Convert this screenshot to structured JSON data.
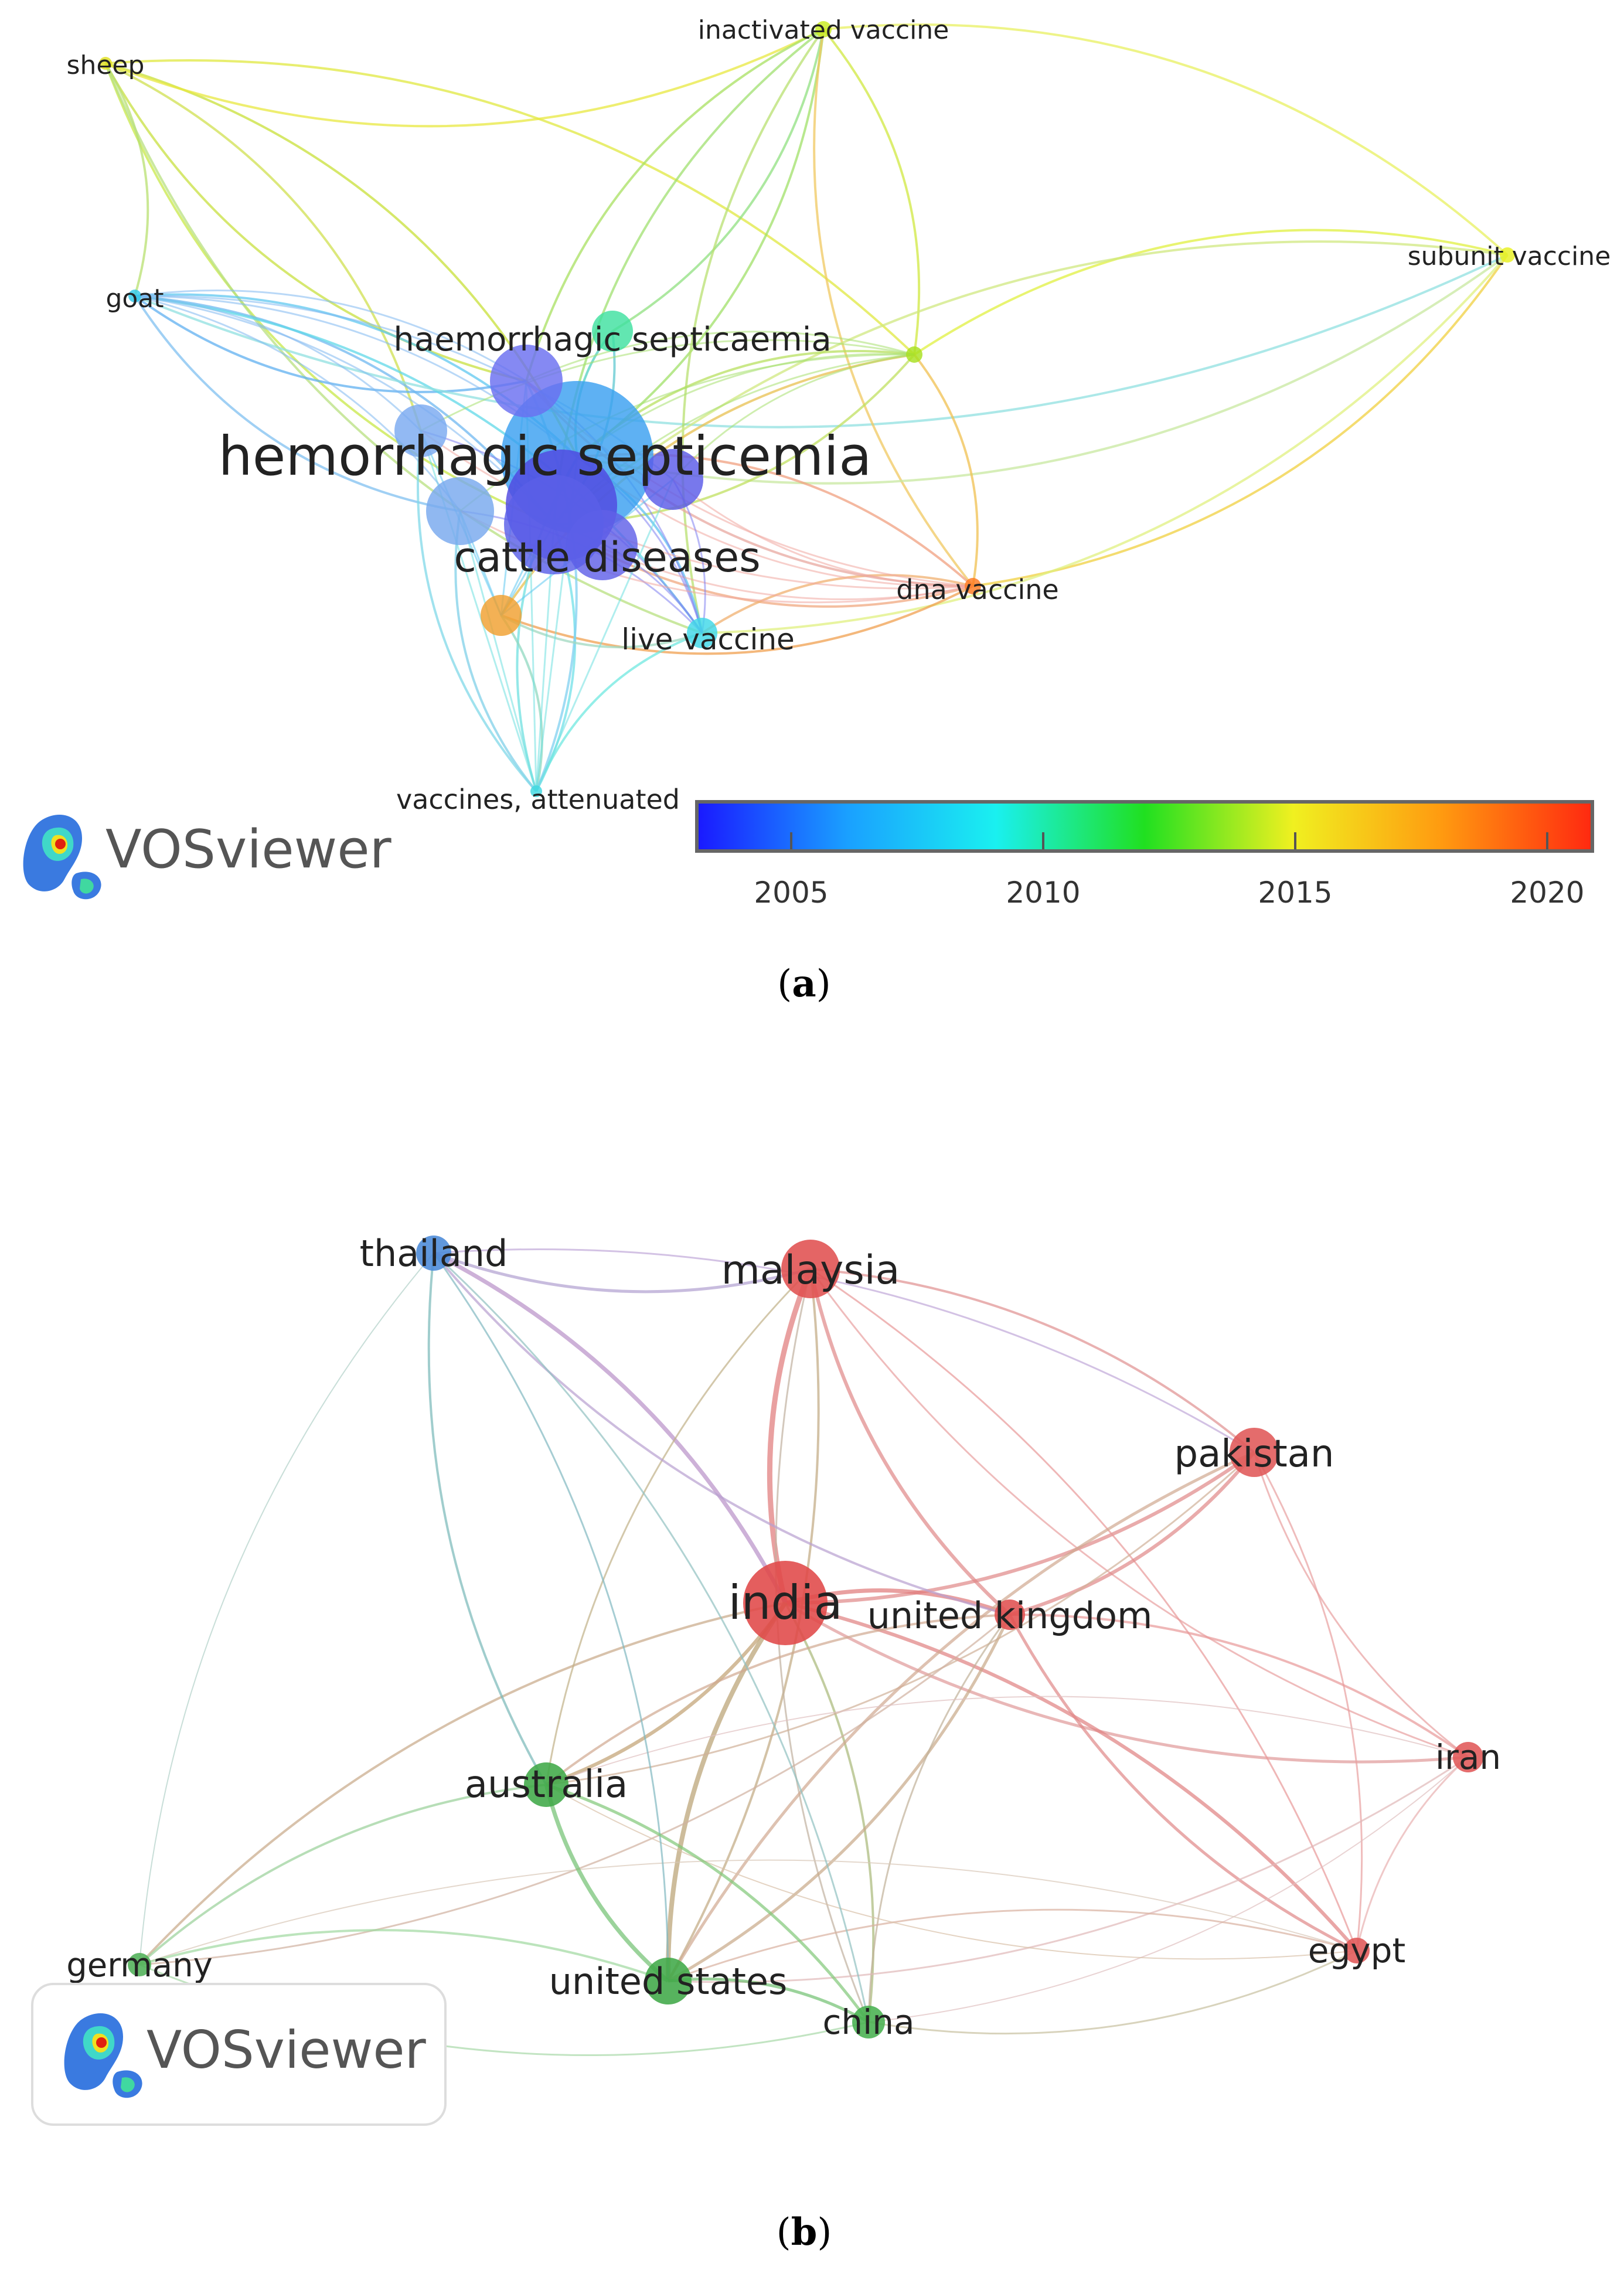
{
  "panel_a": {
    "caption": "(a)",
    "caption_letter": "a",
    "nodes": [
      {
        "id": "hemorrhagic septicemia",
        "label": "hemorrhagic septicemia",
        "color": "#3aa0f0"
      },
      {
        "id": "haemorrhagic septicaemia",
        "label": "haemorrhagic septicaemia",
        "color": "#6a6ff0"
      },
      {
        "id": "cattle diseases",
        "label": "cattle diseases",
        "color": "#5a5fe8"
      },
      {
        "id": "live vaccine",
        "label": "live vaccine",
        "color": "#40d8e8"
      },
      {
        "id": "dna vaccine",
        "label": "dna vaccine",
        "color": "#ff7a20"
      },
      {
        "id": "inactivated vaccine",
        "label": "inactivated vaccine",
        "color": "#c8ec20"
      },
      {
        "id": "subunit vaccine",
        "label": "subunit vaccine",
        "color": "#e8f020"
      },
      {
        "id": "sheep",
        "label": "sheep",
        "color": "#e0e020"
      },
      {
        "id": "goat",
        "label": "goat",
        "color": "#30c8e8"
      },
      {
        "id": "vaccines, attenuated",
        "label": "vaccines, attenuated",
        "color": "#40d8e0"
      },
      {
        "id": "n_green",
        "label": "",
        "color": "#40e0a0"
      },
      {
        "id": "n_orange",
        "label": "",
        "color": "#f0a030"
      },
      {
        "id": "n_lime",
        "label": "",
        "color": "#a8e020"
      },
      {
        "id": "n_blue1",
        "label": "",
        "color": "#7aaaf0"
      },
      {
        "id": "n_blue2",
        "label": "",
        "color": "#78a8ee"
      },
      {
        "id": "n_violet1",
        "label": "",
        "color": "#5048e0"
      },
      {
        "id": "n_violet2",
        "label": "",
        "color": "#5a5ae8"
      },
      {
        "id": "n_violet3",
        "label": "",
        "color": "#6060e8"
      }
    ],
    "colorbar": {
      "ticks": [
        "2005",
        "2010",
        "2015",
        "2020"
      ],
      "gradient": [
        "#1a1aff",
        "#1aa0ff",
        "#1af0f0",
        "#20e020",
        "#f0f020",
        "#ff9a10",
        "#ff2a10"
      ]
    },
    "watermark": "VOSviewer"
  },
  "panel_b": {
    "caption": "(b)",
    "caption_letter": "b",
    "nodes": [
      {
        "id": "india",
        "label": "india",
        "color": "#e04848"
      },
      {
        "id": "malaysia",
        "label": "malaysia",
        "color": "#e05050"
      },
      {
        "id": "pakistan",
        "label": "pakistan",
        "color": "#e05858"
      },
      {
        "id": "united kingdom",
        "label": "united kingdom",
        "color": "#e05050"
      },
      {
        "id": "iran",
        "label": "iran",
        "color": "#e05858"
      },
      {
        "id": "egypt",
        "label": "egypt",
        "color": "#e05858"
      },
      {
        "id": "thailand",
        "label": "thailand",
        "color": "#4a8ad8"
      },
      {
        "id": "australia",
        "label": "australia",
        "color": "#40a848"
      },
      {
        "id": "united states",
        "label": "united states",
        "color": "#40a848"
      },
      {
        "id": "china",
        "label": "china",
        "color": "#48b050"
      },
      {
        "id": "germany",
        "label": "germany",
        "color": "#50b058"
      }
    ],
    "watermark": "VOSviewer"
  }
}
